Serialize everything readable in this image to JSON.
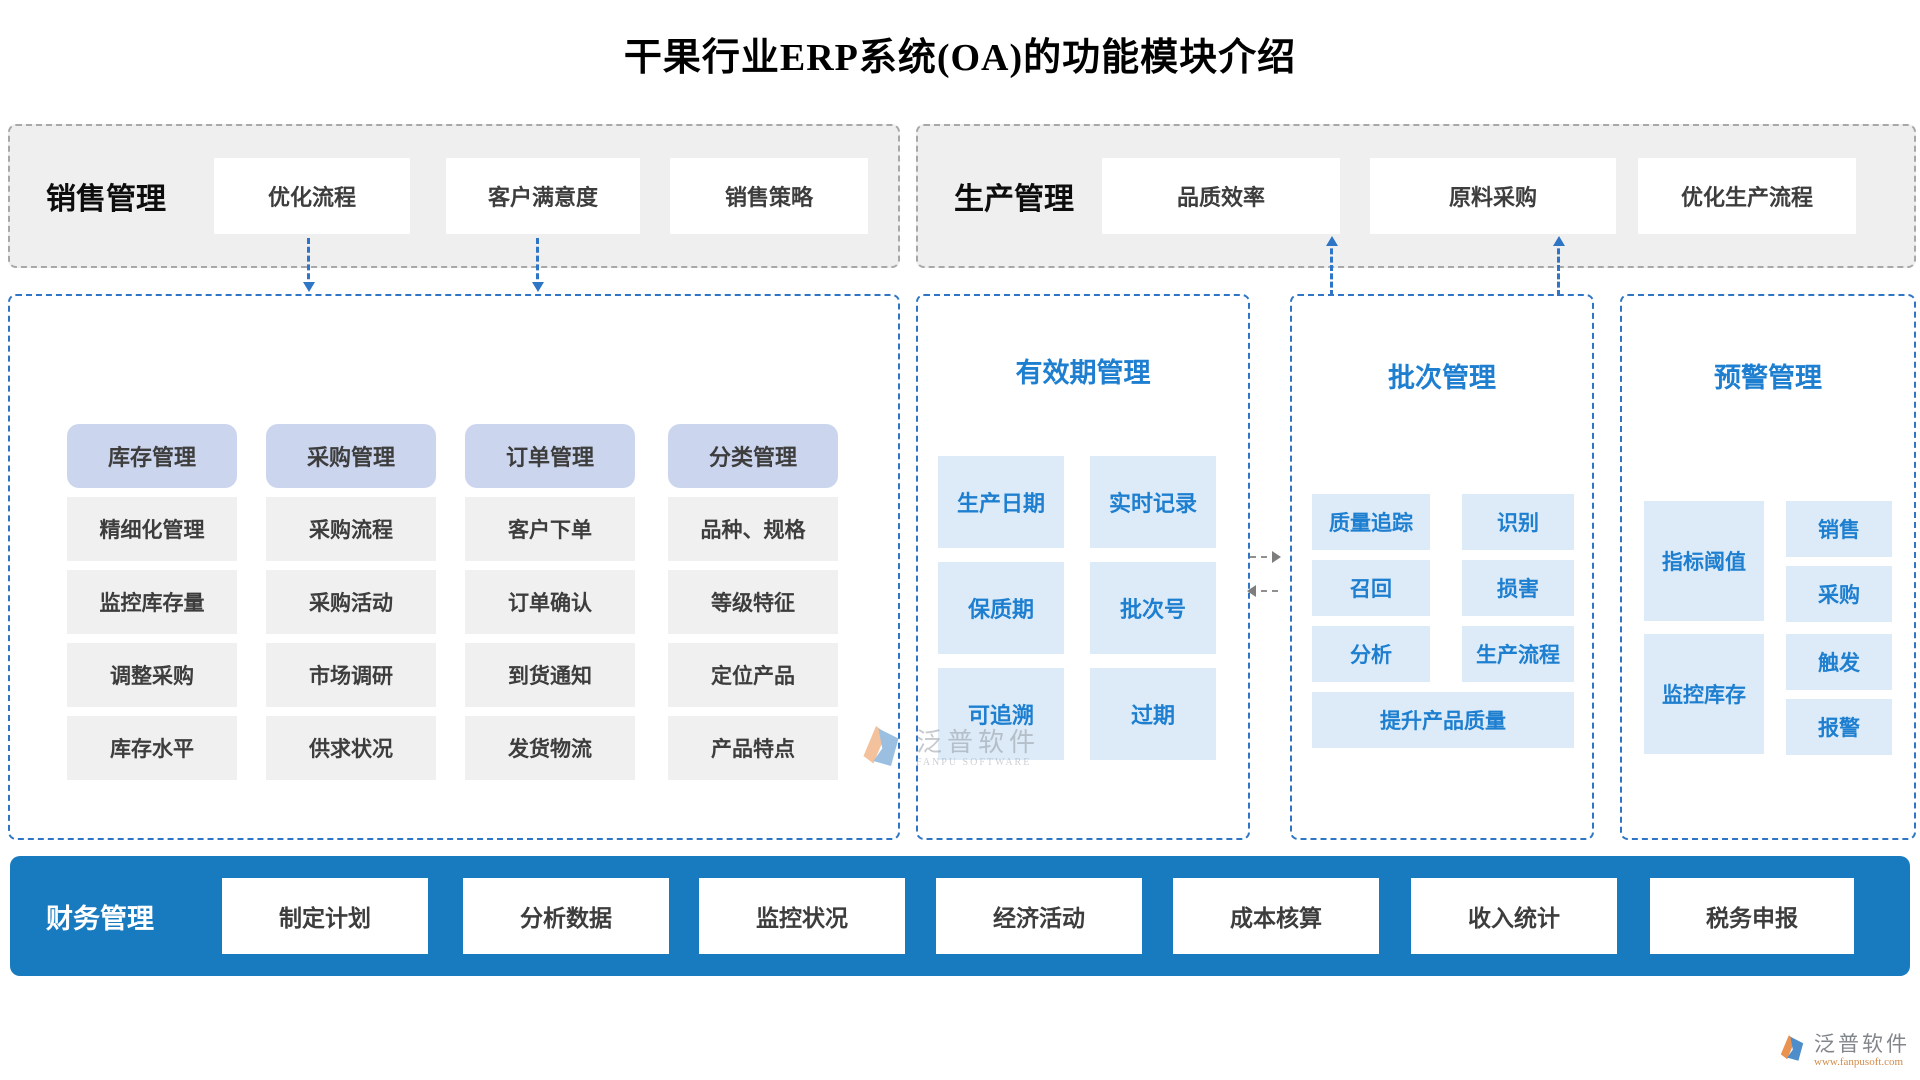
{
  "title": "干果行业ERP系统(OA)的功能模块介绍",
  "top_groups": {
    "sales": {
      "label": "销售管理",
      "items": [
        "优化流程",
        "客户满意度",
        "销售策略"
      ]
    },
    "production": {
      "label": "生产管理",
      "items": [
        "品质效率",
        "原料采购",
        "优化生产流程"
      ]
    }
  },
  "left_panel": {
    "columns": [
      {
        "header": "库存管理",
        "items": [
          "精细化管理",
          "监控库存量",
          "调整采购",
          "库存水平"
        ]
      },
      {
        "header": "采购管理",
        "items": [
          "采购流程",
          "采购活动",
          "市场调研",
          "供求状况"
        ]
      },
      {
        "header": "订单管理",
        "items": [
          "客户下单",
          "订单确认",
          "到货通知",
          "发货物流"
        ]
      },
      {
        "header": "分类管理",
        "items": [
          "品种、规格",
          "等级特征",
          "定位产品",
          "产品特点"
        ]
      }
    ]
  },
  "validity_panel": {
    "title": "有效期管理",
    "items": [
      "生产日期",
      "实时记录",
      "保质期",
      "批次号",
      "可追溯",
      "过期"
    ]
  },
  "batch_panel": {
    "title": "批次管理",
    "items": [
      "质量追踪",
      "识别",
      "召回",
      "损害",
      "分析",
      "生产流程"
    ],
    "footer": "提升产品质量"
  },
  "alert_panel": {
    "title": "预警管理",
    "left_items": [
      "指标阈值",
      "监控库存"
    ],
    "right_items": [
      "销售",
      "采购",
      "触发",
      "报警"
    ]
  },
  "finance_bar": {
    "label": "财务管理",
    "items": [
      "制定计划",
      "分析数据",
      "监控状况",
      "经济活动",
      "成本核算",
      "收入统计",
      "税务申报"
    ]
  },
  "watermark": {
    "name": "泛普软件",
    "subtitle": "FANPU SOFTWARE"
  },
  "footer_logo": {
    "name": "泛普软件",
    "url": "www.fanpusoft.com"
  },
  "colors": {
    "accent_blue": "#1e7fd0",
    "dashed_blue": "#2e75c5",
    "finance_blue": "#187abf",
    "header_periwinkle": "#cbd5ee",
    "chip_gray": "#f0f0f0",
    "chip_light_blue": "#dcebf7",
    "group_gray": "#efefef",
    "logo_orange": "#e8873c"
  }
}
